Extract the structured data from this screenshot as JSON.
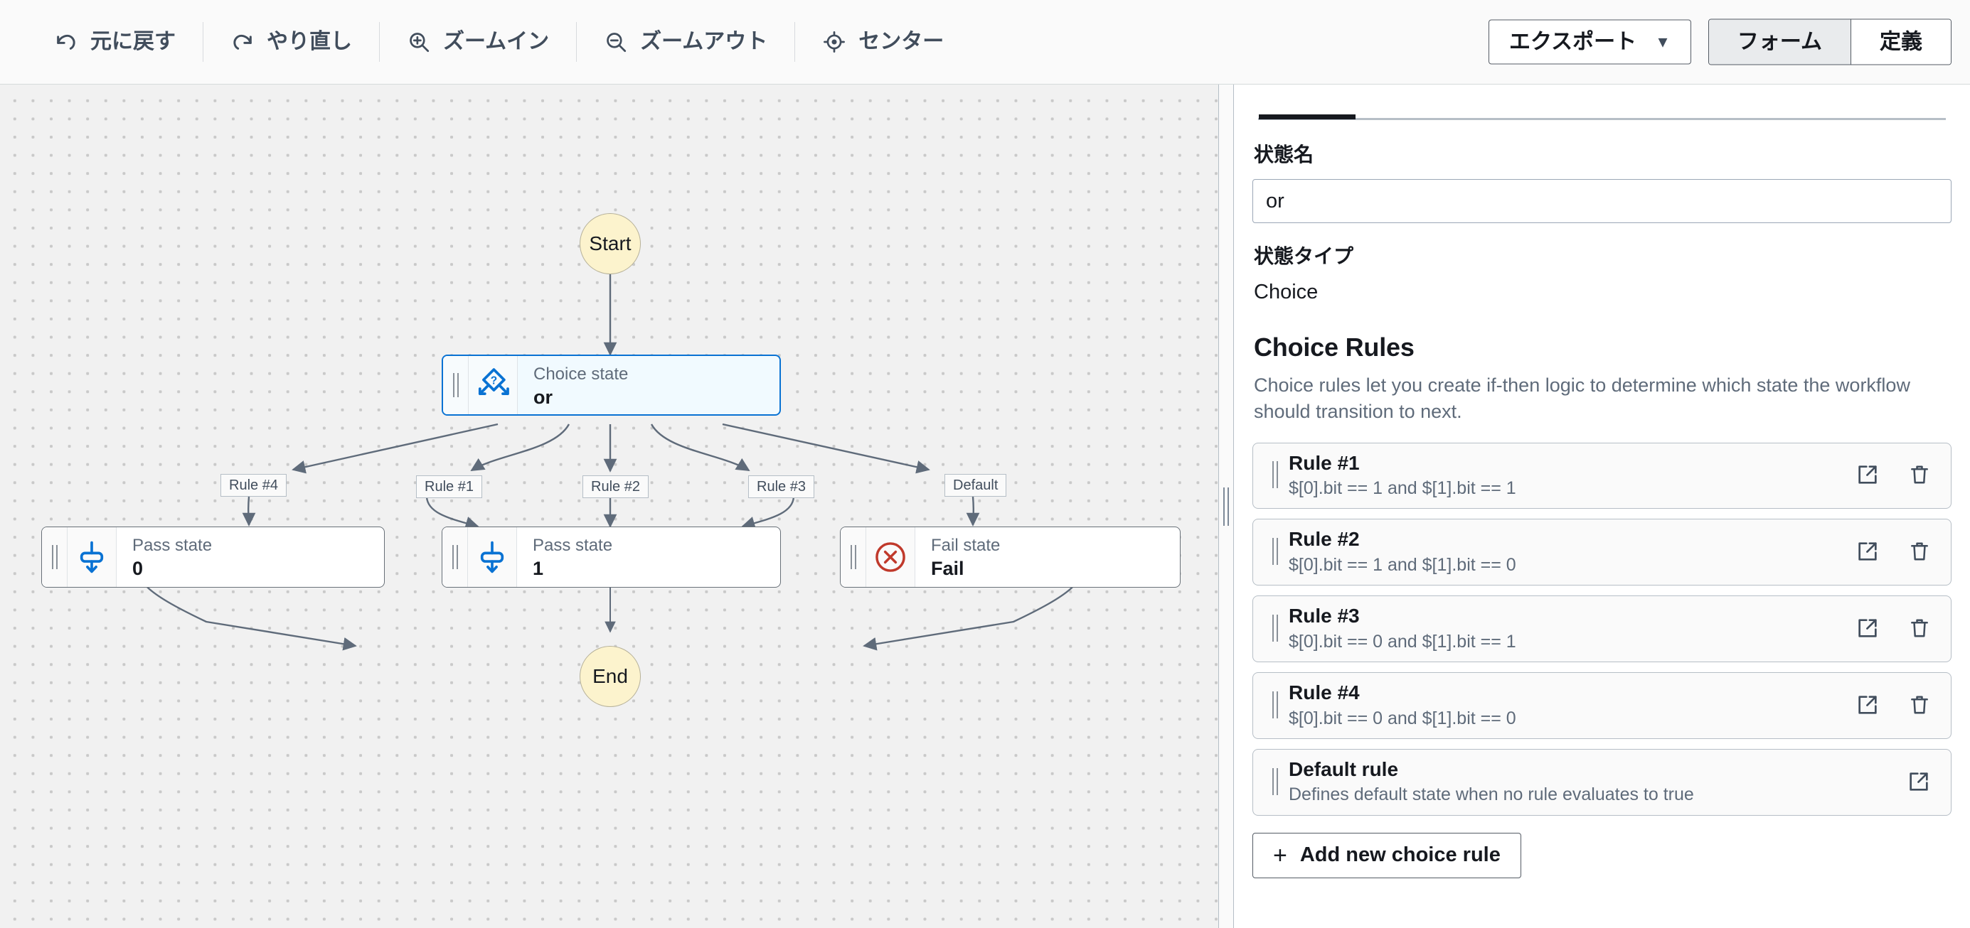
{
  "toolbar": {
    "buttons": [
      {
        "icon": "undo-icon",
        "label": "元に戻す"
      },
      {
        "icon": "redo-icon",
        "label": "やり直し"
      },
      {
        "icon": "zoom-in-icon",
        "label": "ズームイン"
      },
      {
        "icon": "zoom-out-icon",
        "label": "ズームアウト"
      },
      {
        "icon": "center-icon",
        "label": "センター"
      }
    ],
    "export_label": "エクスポート",
    "export_caret": "▼",
    "segment": [
      {
        "label": "フォーム",
        "active": true
      },
      {
        "label": "定義",
        "active": false
      }
    ]
  },
  "canvas": {
    "nodes": {
      "start": {
        "label": "Start"
      },
      "choice": {
        "kind": "Choice state",
        "name": "or",
        "icon": "choice-diamond-icon"
      },
      "pass0": {
        "kind": "Pass state",
        "name": "0",
        "icon": "pass-arrow-icon"
      },
      "pass1": {
        "kind": "Pass state",
        "name": "1",
        "icon": "pass-arrow-icon"
      },
      "fail": {
        "kind": "Fail state",
        "name": "Fail",
        "icon": "fail-circle-x-icon"
      },
      "end": {
        "label": "End"
      }
    },
    "edge_labels": [
      "Rule #4",
      "Rule #1",
      "Rule #2",
      "Rule #3",
      "Default"
    ]
  },
  "panel": {
    "state_name_label": "状態名",
    "state_name_value": "or",
    "state_type_label": "状態タイプ",
    "state_type_value": "Choice",
    "choice_rules_title": "Choice Rules",
    "choice_rules_desc": "Choice rules let you create if-then logic to determine which state the workflow should transition to next.",
    "rules": [
      {
        "title": "Rule #1",
        "expr": "$[0].bit == 1 and $[1].bit == 1",
        "deletable": true
      },
      {
        "title": "Rule #2",
        "expr": "$[0].bit == 1 and $[1].bit == 0",
        "deletable": true
      },
      {
        "title": "Rule #3",
        "expr": "$[0].bit == 0 and $[1].bit == 1",
        "deletable": true
      },
      {
        "title": "Rule #4",
        "expr": "$[0].bit == 0 and $[1].bit == 0",
        "deletable": true
      },
      {
        "title": "Default rule",
        "expr": "Defines default state when no rule evaluates to true",
        "deletable": false
      }
    ],
    "add_rule_label": "Add new choice rule",
    "add_rule_plus": "+"
  },
  "colors": {
    "accent_blue": "#0972d3",
    "fail_red": "#c0392b",
    "terminal_yellow": "#fcf3cd",
    "canvas_bg": "#f1f1f1",
    "text_dark": "#16191f",
    "text_muted": "#5f6b7a"
  }
}
